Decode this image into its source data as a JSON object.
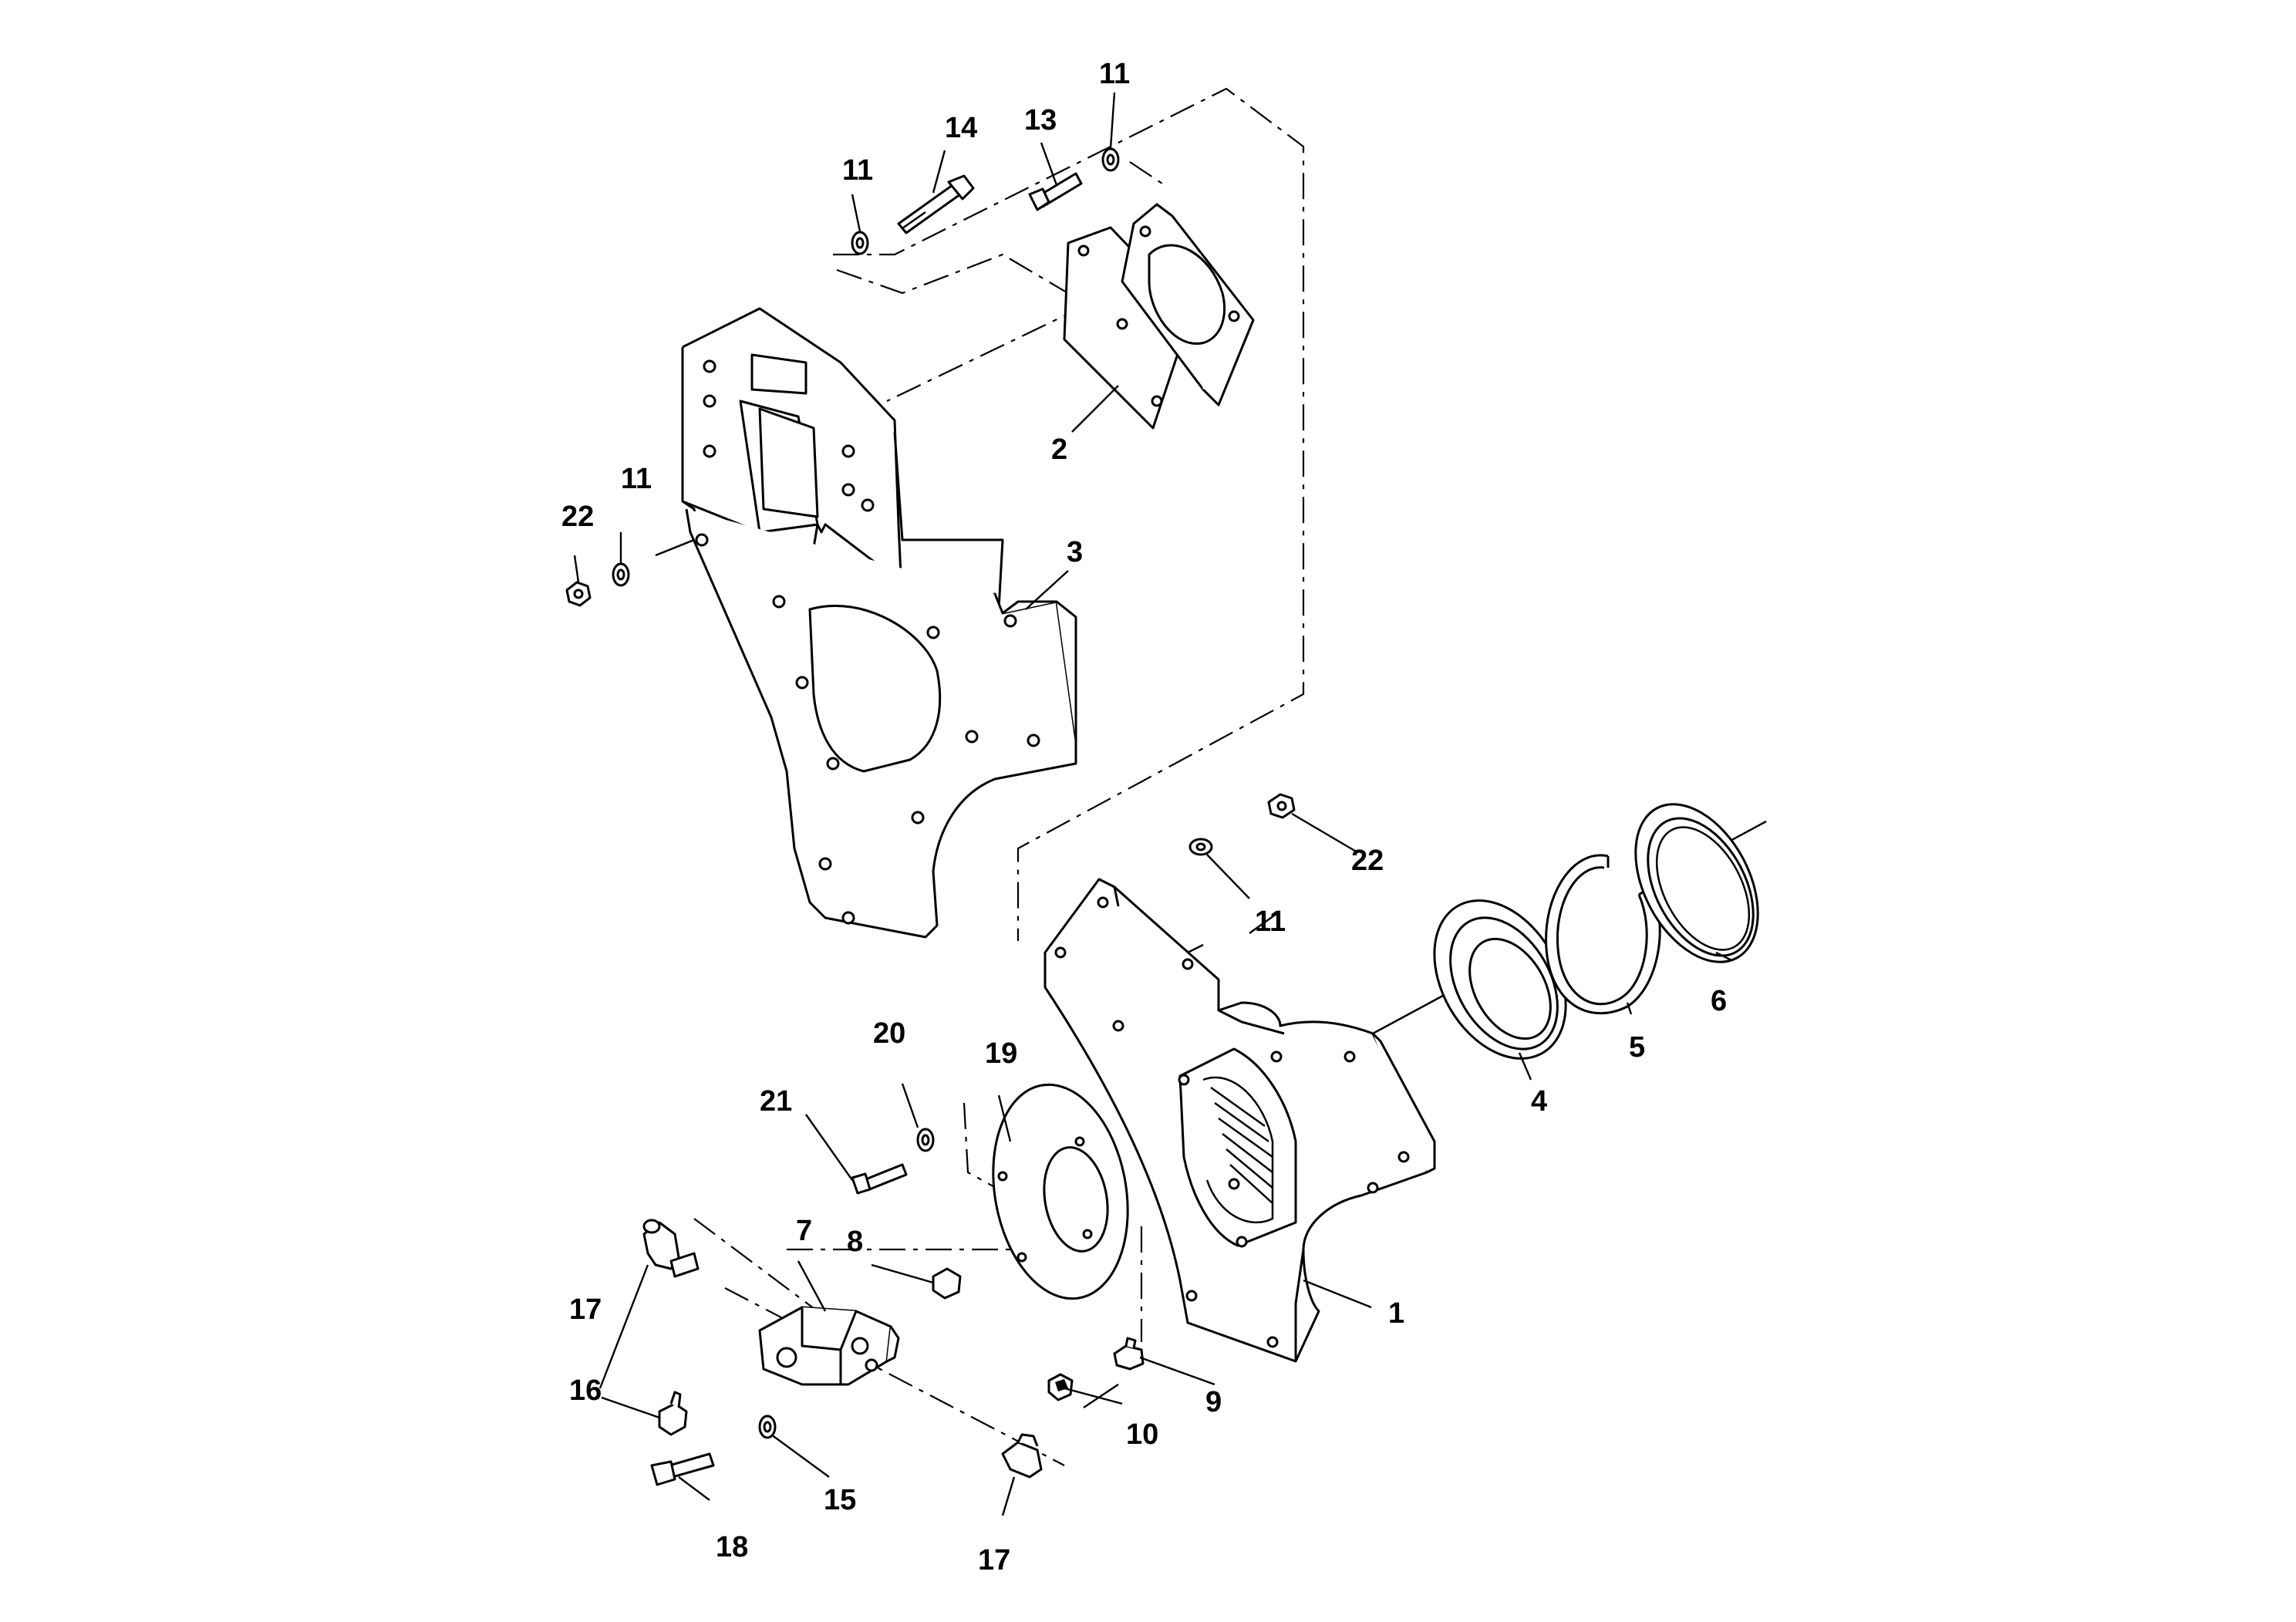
{
  "callouts": {
    "c1": "1",
    "c2": "2",
    "c3": "3",
    "c4": "4",
    "c5": "5",
    "c6": "6",
    "c7": "7",
    "c8": "8",
    "c9": "9",
    "c10": "10",
    "c11a": "11",
    "c11b": "11",
    "c11c": "11",
    "c11d": "11",
    "c13": "13",
    "c14": "14",
    "c15": "15",
    "c16": "16",
    "c17a": "17",
    "c17b": "17",
    "c18": "18",
    "c19": "19",
    "c20": "20",
    "c21": "21",
    "c22a": "22",
    "c22b": "22"
  },
  "colors": {
    "line": "#000000",
    "background": "#ffffff"
  }
}
